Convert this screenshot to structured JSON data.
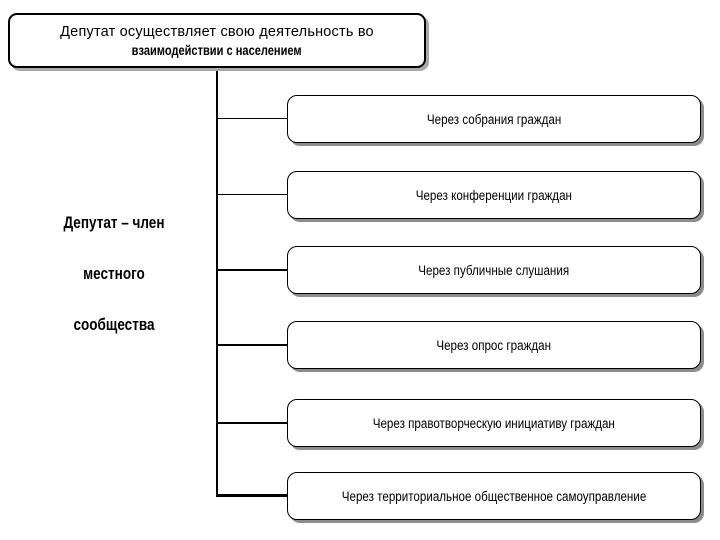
{
  "diagram": {
    "root": {
      "line1": "Депутат осуществляет свою деятельность во",
      "line2": "взаимодействии с населением"
    },
    "side_label": {
      "lines": [
        "Депутат – член",
        "местного",
        "сообщества"
      ]
    },
    "nodes": [
      {
        "label": "Через собрания граждан"
      },
      {
        "label": "Через конференции граждан"
      },
      {
        "label": "Через публичные слушания"
      },
      {
        "label": "Через опрос граждан"
      },
      {
        "label": "Через правотворческую инициативу граждан"
      },
      {
        "label": "Через территориальное общественное самоуправление"
      }
    ],
    "colors": {
      "border": "#000000",
      "shadow": "#8c8c8c",
      "background": "#ffffff",
      "text": "#000000"
    }
  }
}
